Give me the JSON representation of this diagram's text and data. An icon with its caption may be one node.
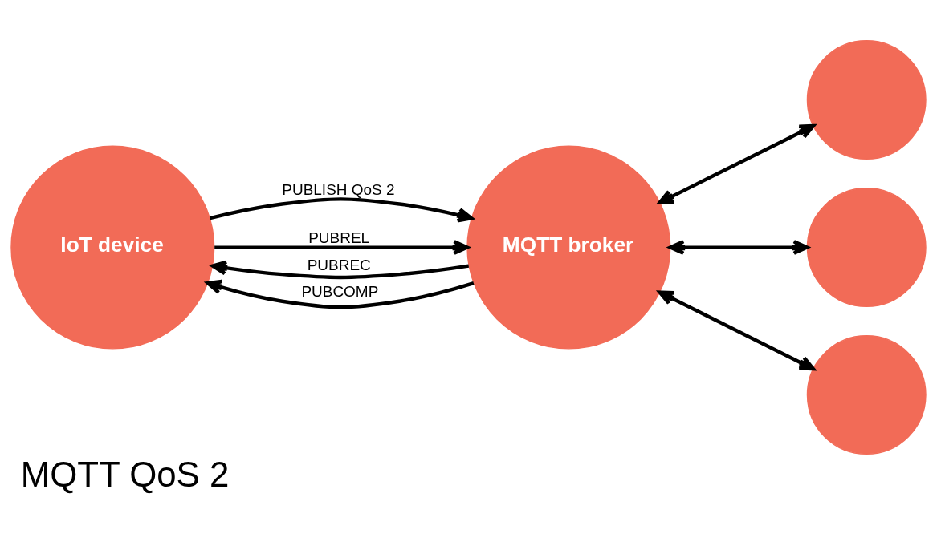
{
  "diagram": {
    "title": "MQTT QoS 2",
    "nodes": [
      {
        "text": [
          "IoT device"
        ]
      },
      {
        "text": [
          "MQTT broker"
        ]
      },
      {
        "text": [],
        "shape": "circle"
      },
      {
        "text": [],
        "shape": "circle"
      },
      {
        "text": [],
        "shape": "circle"
      }
    ],
    "edges": [
      {
        "from": 0,
        "to": 1,
        "arrow": "to",
        "label": "PUBLISH QoS 2"
      },
      {
        "from": 1,
        "to": 0,
        "arrow": "to",
        "label": "PUBREC"
      },
      {
        "from": 0,
        "to": 1,
        "arrow": "to",
        "label": "PUBREL"
      },
      {
        "from": 1,
        "to": 0,
        "arrow": "to",
        "label": "PUBCOMP"
      },
      {
        "from": 1,
        "to": 2,
        "arrow": "both"
      },
      {
        "from": 1,
        "to": 3,
        "arrow": "both"
      },
      {
        "from": 1,
        "to": 4,
        "arrow": "both"
      }
    ]
  }
}
